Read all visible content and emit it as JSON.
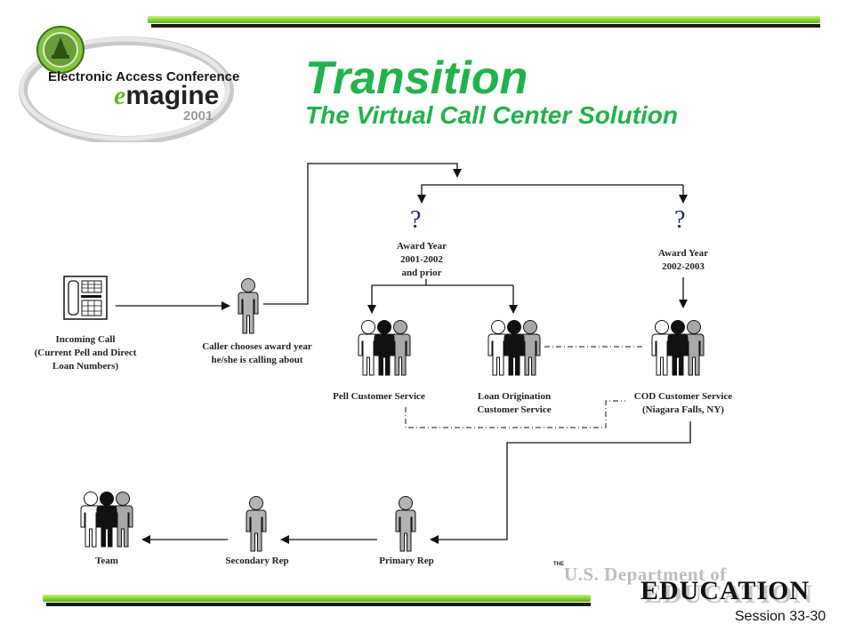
{
  "logo": {
    "conference": "Electronic Access Conference",
    "brand_e": "e",
    "brand_rest": "magine",
    "year": "2001"
  },
  "title": "Transition",
  "subtitle": "The Virtual Call Center Solution",
  "question_marks": [
    "?",
    "?"
  ],
  "award_year_left": [
    "Award Year",
    "2001-2002",
    "and prior"
  ],
  "award_year_right": [
    "Award Year",
    "2002-2003"
  ],
  "incoming_call": [
    "Incoming Call",
    "(Current Pell and Direct",
    "Loan Numbers)"
  ],
  "caller_chooses": [
    "Caller chooses award year",
    "he/she is calling about"
  ],
  "pell_service": "Pell Customer Service",
  "loan_service": [
    "Loan Origination",
    "Customer Service"
  ],
  "cod_service": [
    "COD Customer Service",
    "(Niagara Falls, NY)"
  ],
  "team": "Team",
  "secondary_rep": "Secondary Rep",
  "primary_rep": "Primary Rep",
  "department": {
    "the": "THE",
    "line1": "U.S. Department of",
    "line2": "EDUCATION"
  },
  "session": "Session 33-30",
  "colors": {
    "title_green": "#22b24c",
    "question_blue": "#1a2a6c",
    "bar_green": "#8fd83c"
  }
}
